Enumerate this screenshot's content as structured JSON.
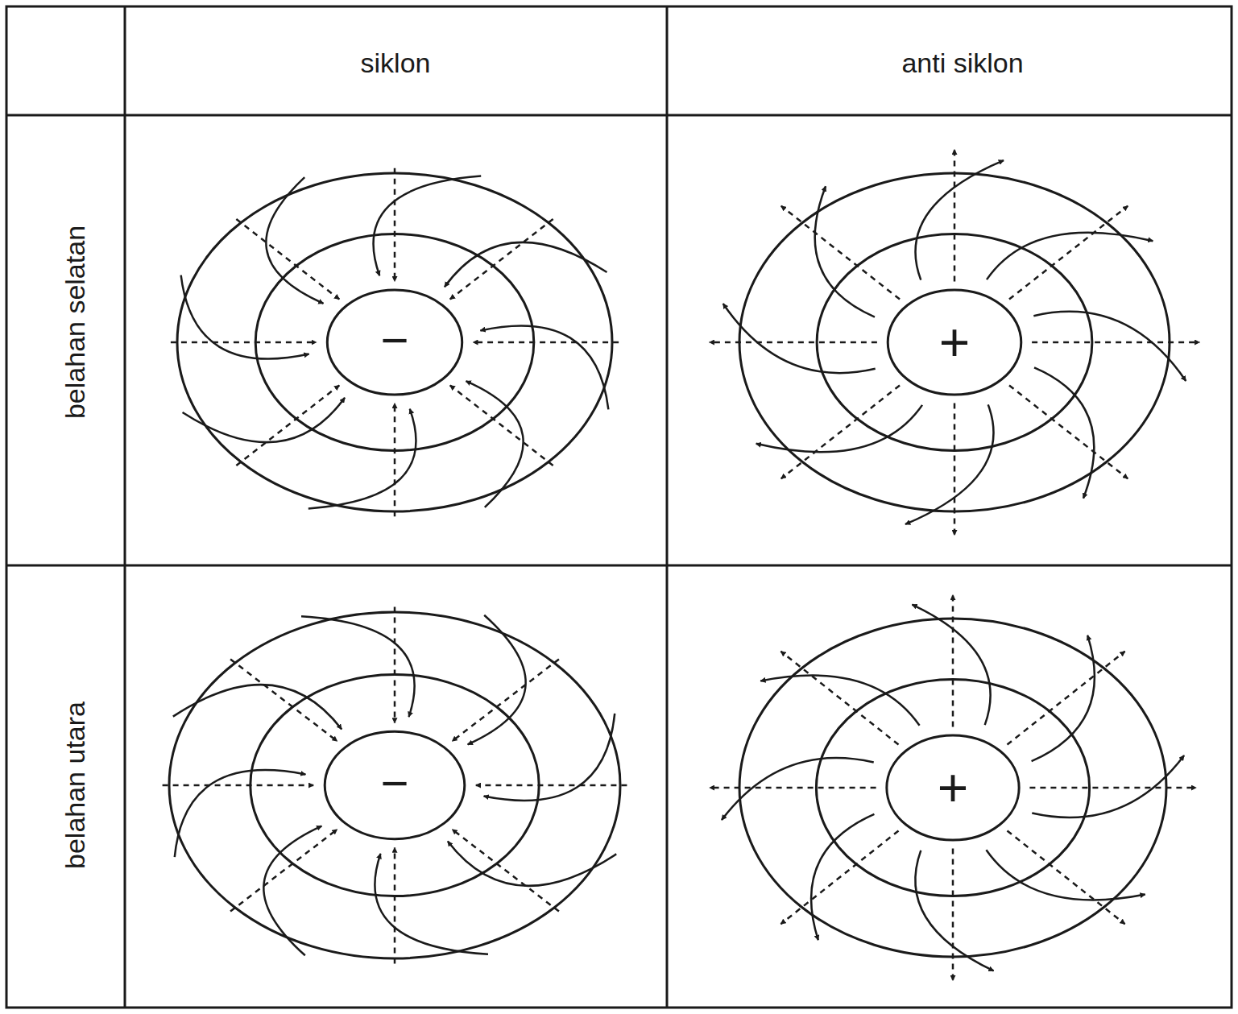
{
  "diagram": {
    "labels": [
      "siklon",
      "anti siklon",
      "belahan selatan",
      "belahan utara",
      "−",
      "+",
      "−",
      "+"
    ]
  }
}
